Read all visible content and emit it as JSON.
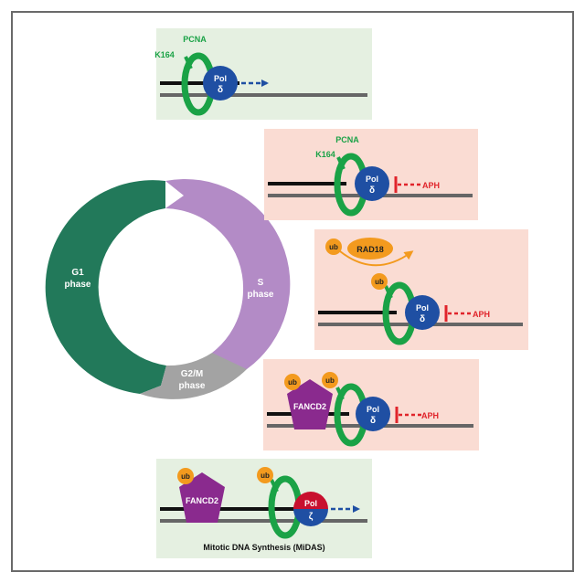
{
  "cycle": {
    "g1_line1": "G1",
    "g1_line2": "phase",
    "s_line1": "S",
    "s_line2": "phase",
    "g2m_line1": "G2/M",
    "g2m_line2": "phase"
  },
  "labels": {
    "pcna": "PCNA",
    "k164": "K164",
    "pol": "Pol",
    "delta": "δ",
    "zeta": "ζ",
    "aph": "APH",
    "ub": "ub",
    "rad18": "RAD18",
    "fancd2": "FANCD2",
    "midas": "Mitotic DNA Synthesis (MiDAS)"
  },
  "colors": {
    "green_panel": "#e5f0e1",
    "pink_panel": "#fadcd3",
    "pcna_green": "#1aa246",
    "pol_blue": "#1f4fa3",
    "pol_red": "#c8102e",
    "aph_red": "#e0242b",
    "ub_orange": "#f39a1e",
    "fancd2_purple": "#8a2a8e",
    "g1_green": "#22795a",
    "s_lilac": "#b38bc6",
    "g2m_gray": "#a3a3a3"
  }
}
